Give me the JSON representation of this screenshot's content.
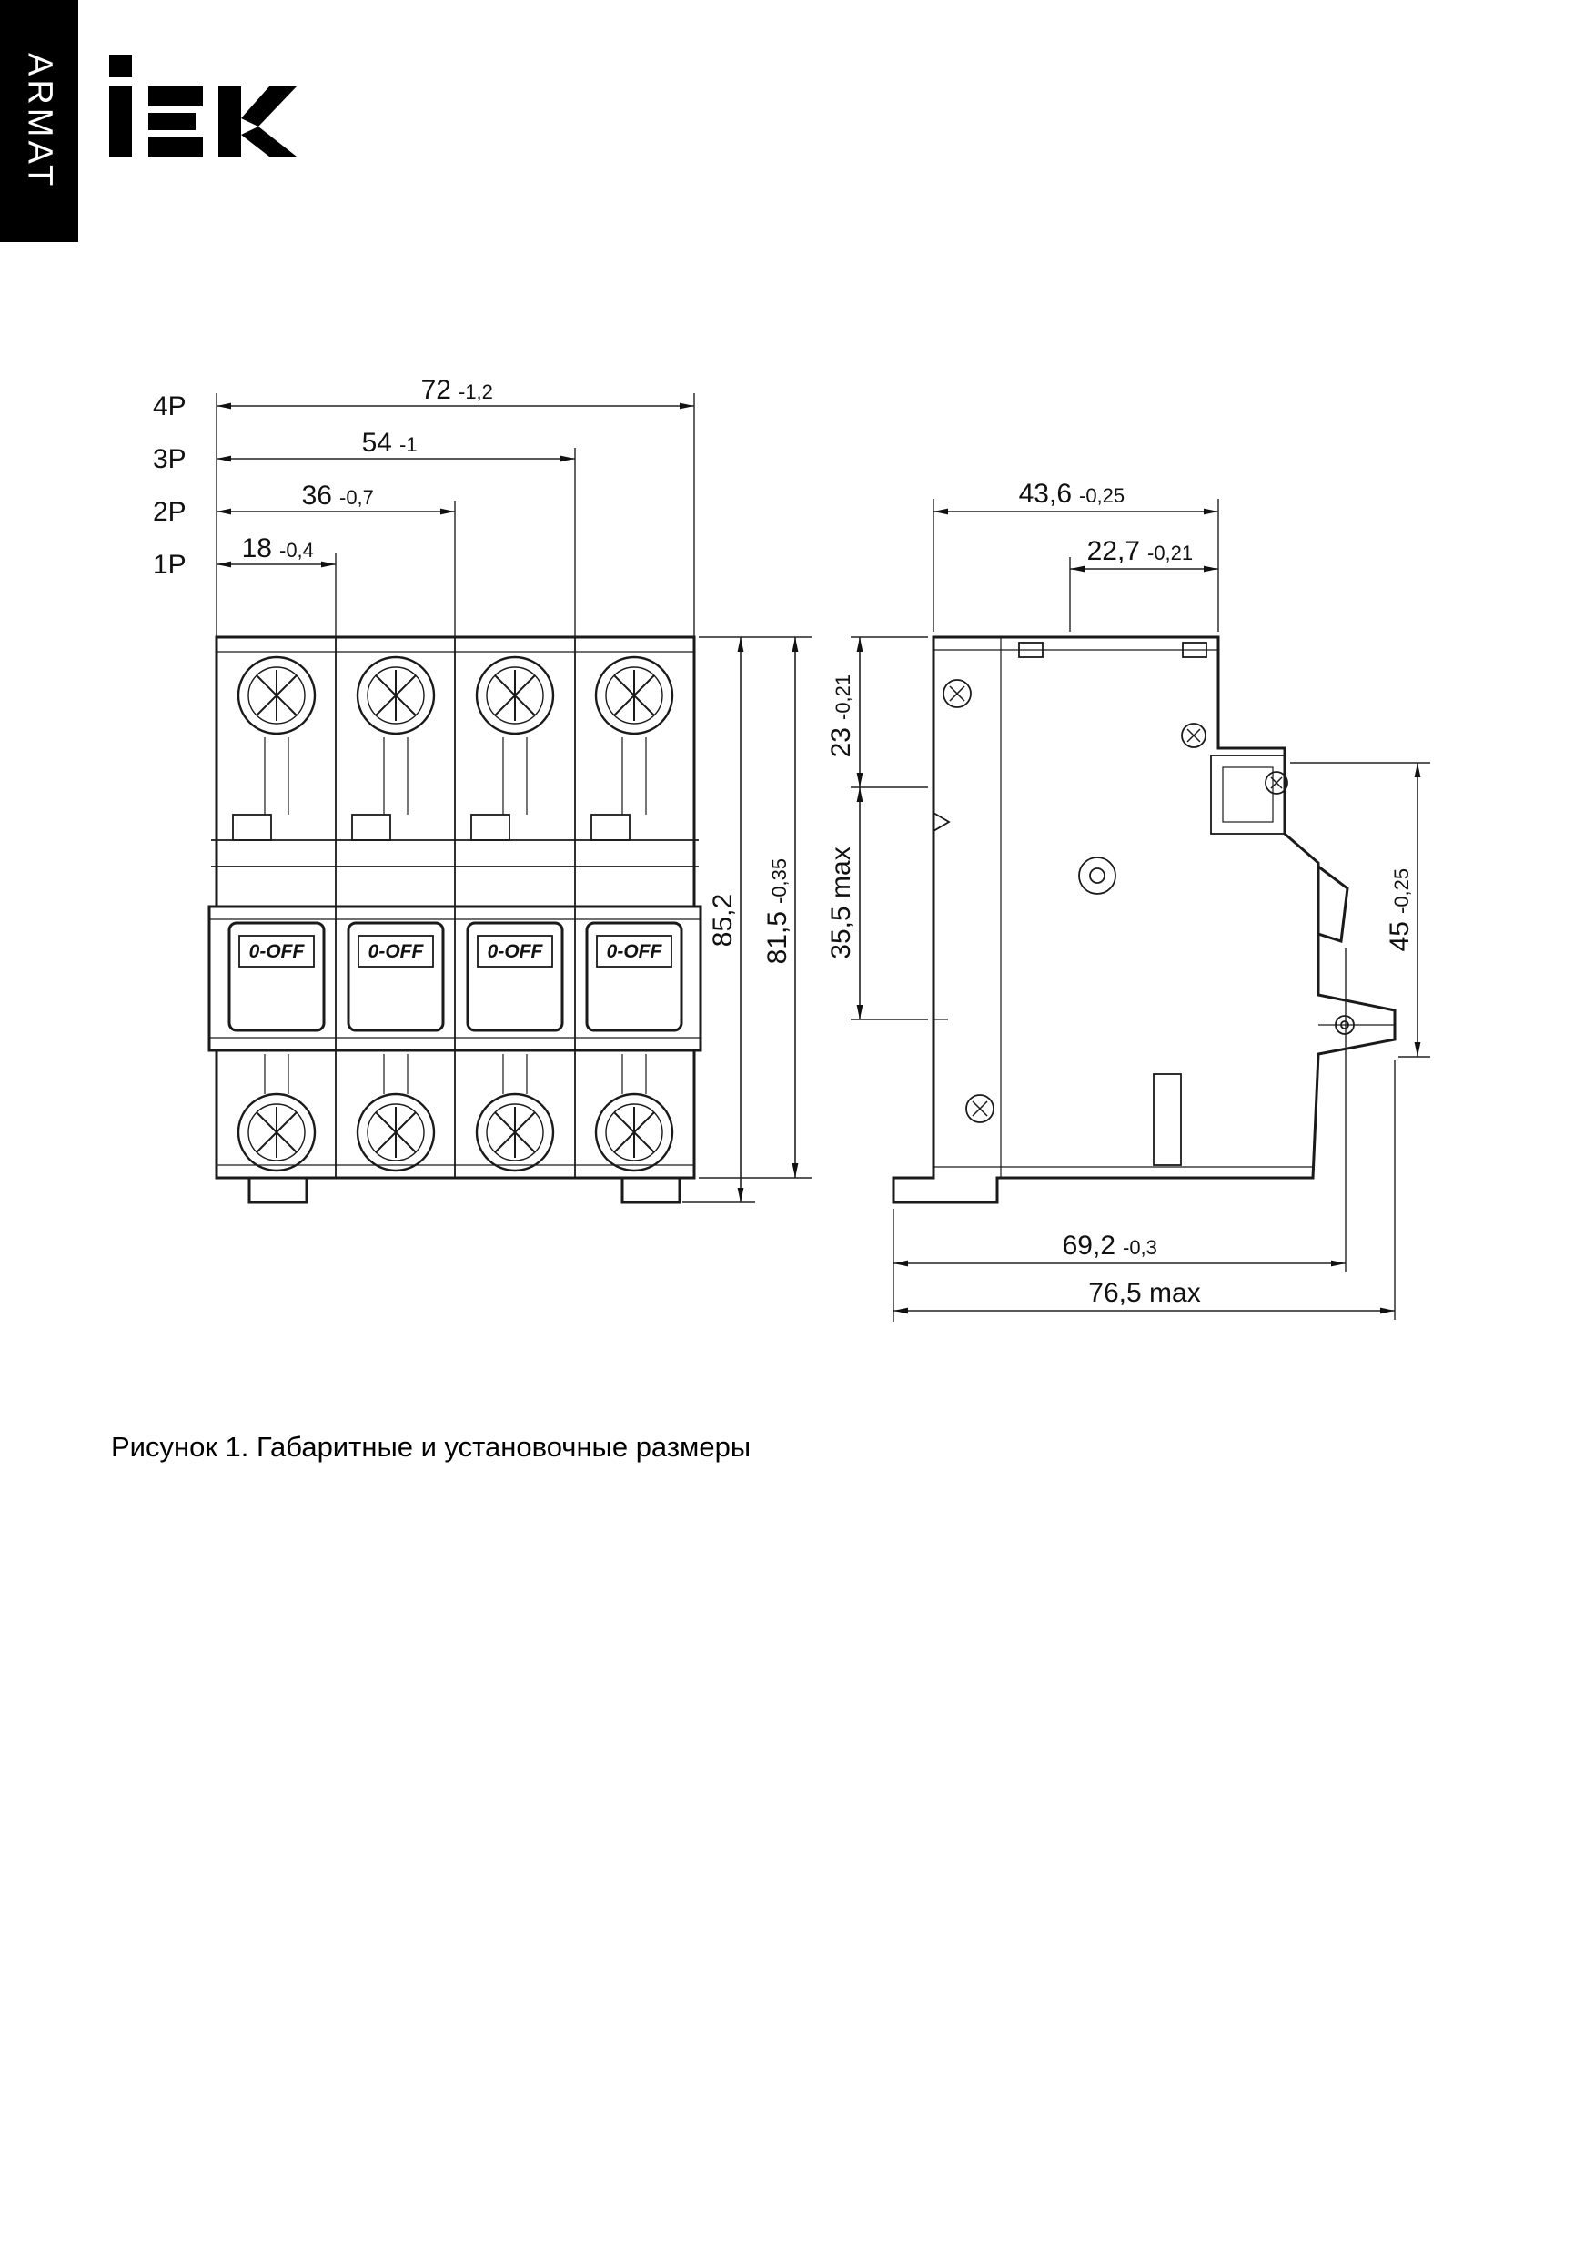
{
  "brand": {
    "vertical_label": "ARMAT",
    "logo_text": "IEK"
  },
  "figure": {
    "caption": "Рисунок 1. Габаритные и установочные размеры"
  },
  "front_view": {
    "toggle_label": "0-OFF",
    "pole_dims": [
      {
        "pole": "4P",
        "value": "72",
        "tol": "-1,2"
      },
      {
        "pole": "3P",
        "value": "54",
        "tol": "-1"
      },
      {
        "pole": "2P",
        "value": "36",
        "tol": "-0,7"
      },
      {
        "pole": "1P",
        "value": "18",
        "tol": "-0,4"
      }
    ],
    "height_total": "85,2",
    "height_body": {
      "value": "81,5",
      "tol": "-0,35"
    }
  },
  "side_view": {
    "width_top": {
      "value": "43,6",
      "tol": "-0,25"
    },
    "width_top_inner": {
      "value": "22,7",
      "tol": "-0,21"
    },
    "offset_top": {
      "value": "23",
      "tol": "-0,21"
    },
    "offset_mid": "35,5 max",
    "front_height": {
      "value": "45",
      "tol": "-0,25"
    },
    "depth_mount": {
      "value": "69,2",
      "tol": "-0,3"
    },
    "depth_max": "76,5 max"
  }
}
